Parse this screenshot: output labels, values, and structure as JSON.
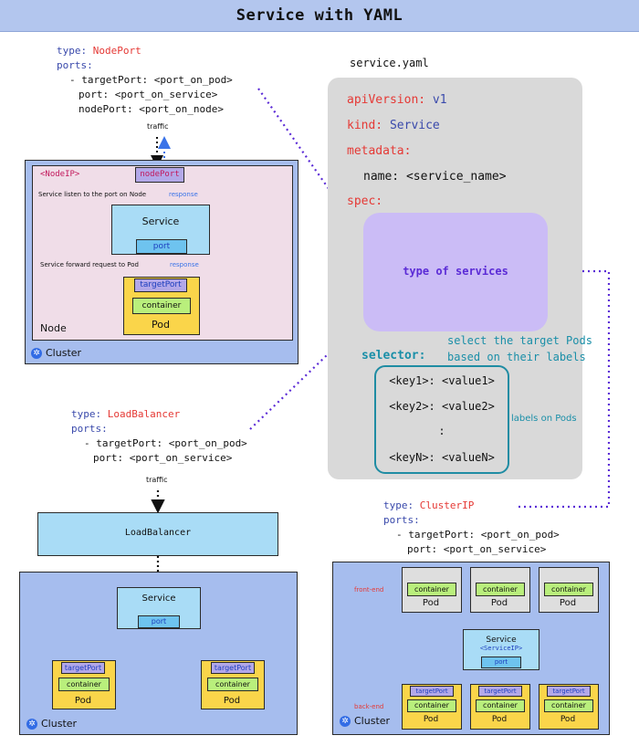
{
  "title": "Service with YAML",
  "nodeport_spec": {
    "type_key": "type:",
    "type_value": "NodePort",
    "ports_key": "ports:",
    "line1": "- targetPort: <port_on_pod>",
    "line2": "port: <port_on_service>",
    "line3": "nodePort: <port_on_node>"
  },
  "nodeport_diagram": {
    "traffic": "traffic",
    "node_ip": "<NodeIP>",
    "node_port": "nodePort",
    "listen_text": "Service listen to the port on Node",
    "response1": "response",
    "service": "Service",
    "port": "port",
    "forward_text": "Service forward request to Pod",
    "response2": "response",
    "target_port": "targetPort",
    "container": "container",
    "pod": "Pod",
    "node": "Node",
    "cluster": "Cluster"
  },
  "yaml": {
    "filename": "service.yaml",
    "api_key": "apiVersion:",
    "api_value": "v1",
    "kind_key": "kind:",
    "kind_value": "Service",
    "metadata_key": "metadata:",
    "name_line": "name: <service_name>",
    "spec_key": "spec:",
    "types_label": "type of services",
    "selector_note_1": "select the target Pods",
    "selector_note_2": "based on their labels",
    "selector_key": "selector:",
    "label1": "<key1>: <value1>",
    "label2": "<key2>: <value2>",
    "label_dots": ":",
    "labelN": "<keyN>: <valueN>",
    "labels_on_pods": "labels on Pods"
  },
  "lb_spec": {
    "type_key": "type:",
    "type_value": "LoadBalancer",
    "ports_key": "ports:",
    "line1": "- targetPort: <port_on_pod>",
    "line2": "port: <port_on_service>"
  },
  "lb_diagram": {
    "traffic": "traffic",
    "load_balancer": "LoadBalancer",
    "service": "Service",
    "port": "port",
    "pods": [
      {
        "target_port": "targetPort",
        "container": "container",
        "pod": "Pod"
      },
      {
        "target_port": "targetPort",
        "container": "container",
        "pod": "Pod"
      }
    ],
    "cluster": "Cluster"
  },
  "clusterip_spec": {
    "type_key": "type:",
    "type_value": "ClusterIP",
    "ports_key": "ports:",
    "line1": "- targetPort: <port_on_pod>",
    "line2": "port: <port_on_service>"
  },
  "clusterip_diagram": {
    "front_end": "front-end",
    "back_end": "back-end",
    "front_pods": [
      {
        "container": "container",
        "pod": "Pod"
      },
      {
        "container": "container",
        "pod": "Pod"
      },
      {
        "container": "container",
        "pod": "Pod"
      }
    ],
    "service": "Service",
    "service_ip": "<ServiceIP>",
    "port": "port",
    "back_pods": [
      {
        "target_port": "targetPort",
        "container": "container",
        "pod": "Pod"
      },
      {
        "target_port": "targetPort",
        "container": "container",
        "pod": "Pod"
      },
      {
        "target_port": "targetPort",
        "container": "container",
        "pod": "Pod"
      }
    ],
    "cluster": "Cluster"
  },
  "colors": {
    "title_bar": "#b3c6ee",
    "cluster": "#a6bdee",
    "node": "#f0dde8",
    "service": "#a9dcf6",
    "pod": "#fad54a",
    "container": "#b9ef7c",
    "target_port": "#b3a8e8",
    "yaml_panel": "#d9d9d9",
    "types_box": "#cbbcf6",
    "selector_border": "#1f8ca3",
    "dotted_arrow": "#5b2bd6"
  },
  "icons": {
    "cluster": "kubernetes-wheel-icon"
  }
}
